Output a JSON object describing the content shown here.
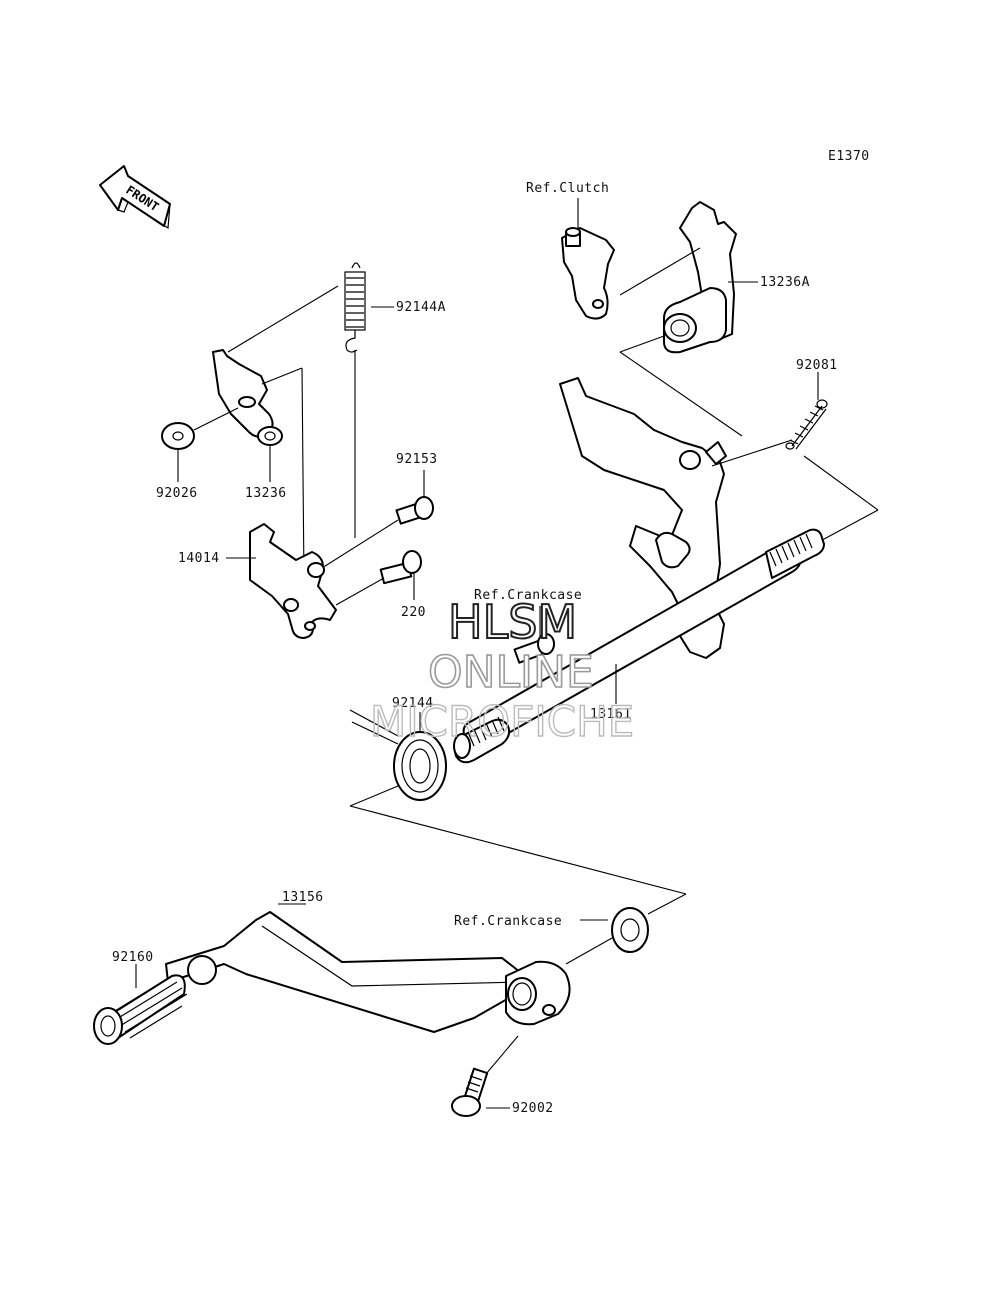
{
  "diagram_code": "E1370",
  "front_label": "FRONT",
  "parts": {
    "p92144A": "92144A",
    "p92026": "92026",
    "p13236": "13236",
    "p92153": "92153",
    "p14014": "14014",
    "p220": "220",
    "p92144": "92144",
    "p13161": "13161",
    "p13236A": "13236A",
    "p92081": "92081",
    "p13156": "13156",
    "p92160": "92160",
    "p92002": "92002"
  },
  "refs": {
    "clutch": "Ref.Clutch",
    "crankcase_upper": "Ref.Crankcase",
    "crankcase_lower": "Ref.Crankcase"
  },
  "watermark": {
    "line1": "HLSM",
    "line2": "ONLINE",
    "line3": "MICROFICHE"
  }
}
